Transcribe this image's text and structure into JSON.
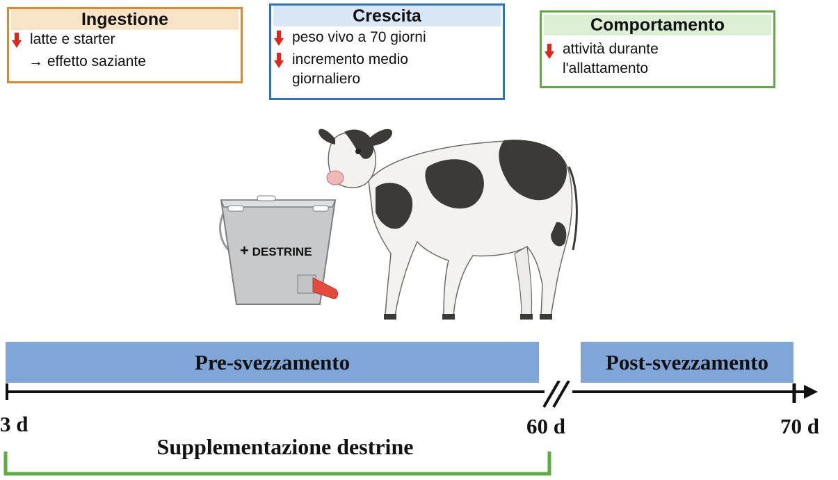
{
  "boxes": {
    "ingestione": {
      "title": "Ingestione",
      "item": "latte e starter",
      "sub": "→ effetto saziante",
      "border_color": "#e2862c"
    },
    "crescita": {
      "title": "Crescita",
      "items": [
        "peso vivo a 70 giorni",
        "incremento medio giornaliero"
      ],
      "border_color": "#2f72c0"
    },
    "comportamento": {
      "title": "Comportamento",
      "item": "attività durante l'allattamento",
      "border_color": "#5eaa45"
    }
  },
  "bucket": {
    "label": "DESTRINE",
    "plus": "+"
  },
  "timeline": {
    "phases": [
      "Pre-svezzamento",
      "Post-svezzamento"
    ],
    "ticks": [
      "3 d",
      "60 d",
      "70 d"
    ],
    "supplement_label": "Supplementazione destrine"
  },
  "colors": {
    "down_arrow": "#e0261c",
    "phase_fill": "#80a5d7",
    "bracket": "#5eaa45"
  },
  "icons": [
    "down-arrow-icon",
    "cow-illustration",
    "bucket-illustration",
    "timeline-arrow"
  ]
}
